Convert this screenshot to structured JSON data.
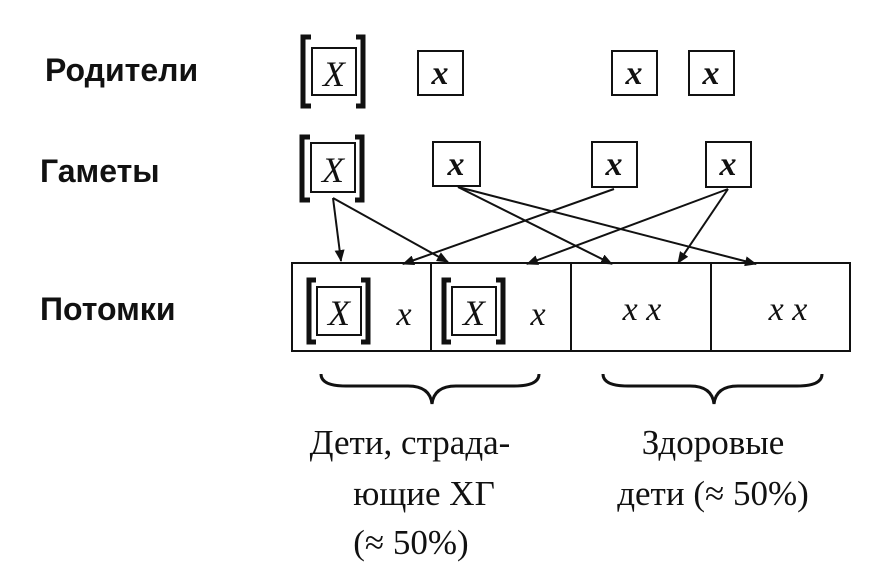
{
  "rows": {
    "parents": "Родители",
    "gametes": "Гаметы",
    "offspring": "Потомки"
  },
  "parents": [
    "X",
    "x",
    "x",
    "x"
  ],
  "gametes": [
    "X",
    "x",
    "x",
    "x"
  ],
  "offspring": [
    {
      "affected": "X",
      "normal": "x"
    },
    {
      "affected": "X",
      "normal": "x"
    },
    {
      "pair": "x x"
    },
    {
      "pair": "x x"
    }
  ],
  "groups": {
    "sick": [
      "Дети, страда-",
      "ющие ХГ",
      "(≈ 50%)"
    ],
    "healthy": [
      "Здоровые",
      "дети (≈ 50%)"
    ]
  }
}
